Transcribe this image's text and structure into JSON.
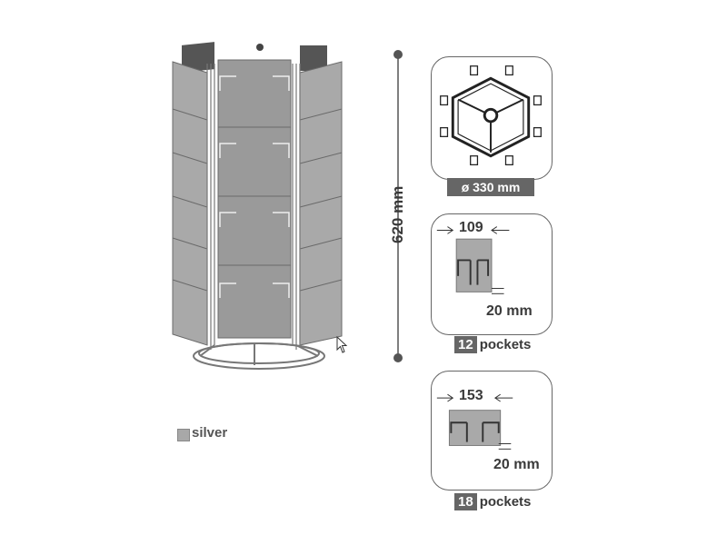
{
  "product": {
    "height_label": "620 mm",
    "color_name": "silver",
    "swatch_color": "#a8a8a8"
  },
  "base_card": {
    "diameter_label": "ø 330 mm"
  },
  "small_pocket": {
    "width_label": "109",
    "gap_label": "20 mm",
    "count": "12",
    "count_label": "pockets"
  },
  "large_pocket": {
    "width_label": "153",
    "gap_label": "20 mm",
    "count": "18",
    "count_label": "pockets"
  }
}
